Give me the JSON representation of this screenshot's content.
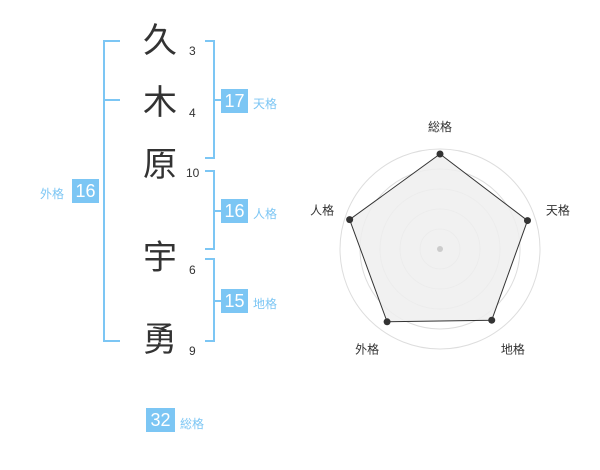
{
  "name": {
    "chars": [
      {
        "char": "久",
        "strokes": "3"
      },
      {
        "char": "木",
        "strokes": "4"
      },
      {
        "char": "原",
        "strokes": "10"
      },
      {
        "char": "宇",
        "strokes": "6"
      },
      {
        "char": "勇",
        "strokes": "9"
      }
    ]
  },
  "grids": {
    "tenkaku": {
      "value": "17",
      "label": "天格"
    },
    "jinkaku": {
      "value": "16",
      "label": "人格"
    },
    "chikaku": {
      "value": "15",
      "label": "地格"
    },
    "gaikaku": {
      "value": "16",
      "label": "外格"
    },
    "soukaku": {
      "value": "32",
      "label": "総格"
    }
  },
  "colors": {
    "accent": "#7cc6f4",
    "text": "#333333",
    "radar_fill": "#eeeeee"
  },
  "chart_data": {
    "type": "radar",
    "axes": [
      "総格",
      "天格",
      "地格",
      "外格",
      "人格"
    ],
    "values": [
      0.95,
      0.92,
      0.88,
      0.9,
      0.95
    ],
    "scale_max": 1,
    "rings": 5
  }
}
